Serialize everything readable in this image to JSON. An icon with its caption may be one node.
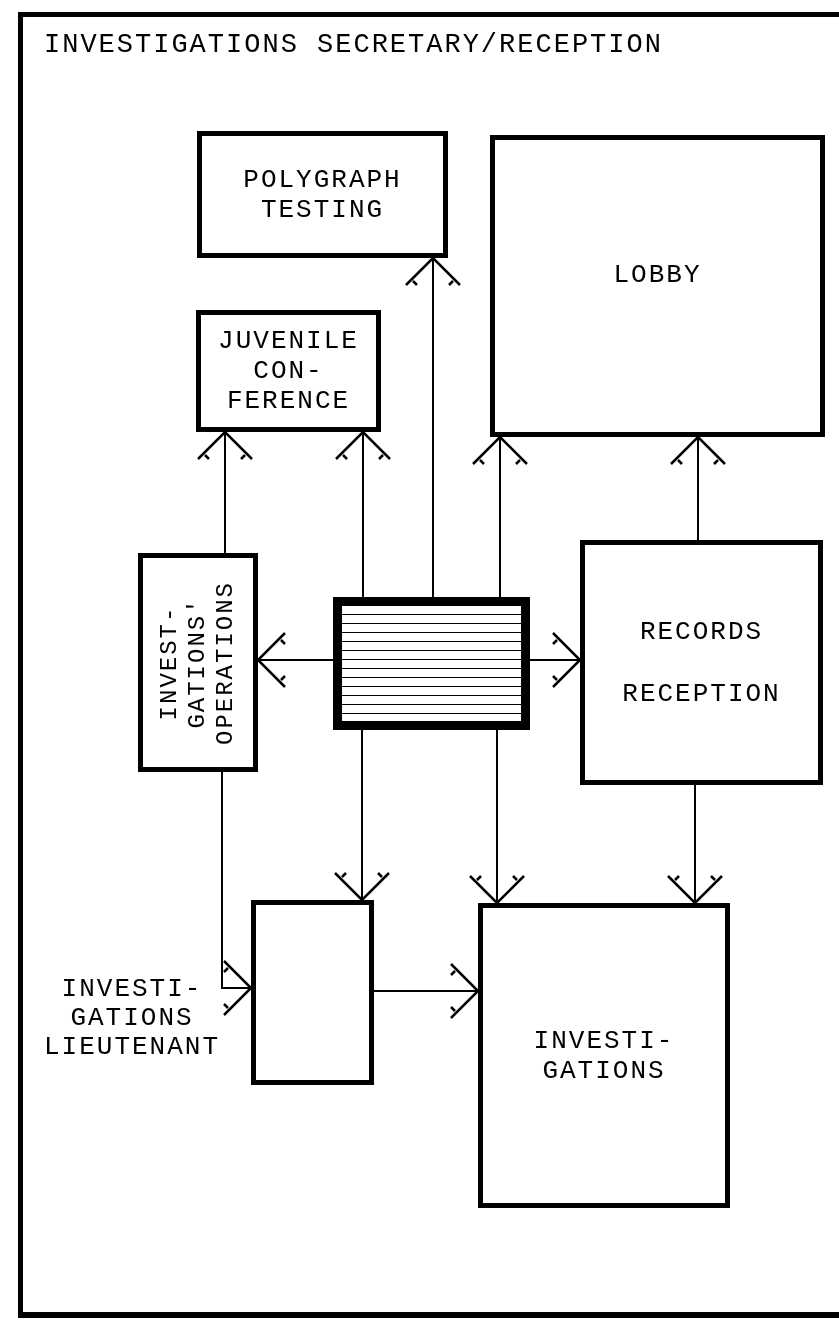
{
  "diagram": {
    "title": "INVESTIGATIONS SECRETARY/RECEPTION",
    "nodes": [
      {
        "text": [
          "POLYGRAPH TESTING"
        ]
      },
      {
        "text": [
          "LOBBY"
        ]
      },
      {
        "text": [
          "JUVENILE CON- FERENCE"
        ]
      },
      {
        "text": [
          "INVEST- GATIONS' OPERATIONS"
        ]
      },
      {
        "text": [],
        "shape": "box"
      },
      {
        "text": [
          "RECORDS RECEPTION"
        ]
      },
      {
        "text": [
          "INVESTI- GATIONS LIEUTENANT"
        ]
      },
      {
        "text": [
          "INVESTI- GATIONS"
        ]
      }
    ],
    "edges": [
      {
        "from": 4,
        "to": 0,
        "arrow": "to"
      },
      {
        "from": 4,
        "to": 2,
        "arrow": "to"
      },
      {
        "from": 3,
        "to": 2,
        "arrow": "to"
      },
      {
        "from": 4,
        "to": 1,
        "arrow": "to"
      },
      {
        "from": 5,
        "to": 1,
        "arrow": "to"
      },
      {
        "from": 4,
        "to": 3,
        "arrow": "to"
      },
      {
        "from": 4,
        "to": 5,
        "arrow": "to"
      },
      {
        "from": 4,
        "to": 6,
        "arrow": "to"
      },
      {
        "from": 4,
        "to": 7,
        "arrow": "to"
      },
      {
        "from": 5,
        "to": 7,
        "arrow": "to"
      },
      {
        "from": 3,
        "to": 6,
        "arrow": "to"
      },
      {
        "from": 6,
        "to": 7,
        "arrow": "to"
      }
    ]
  }
}
